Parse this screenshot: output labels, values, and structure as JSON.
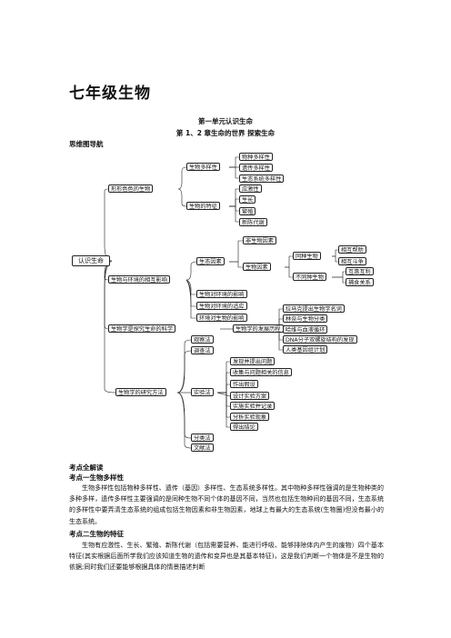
{
  "doc": {
    "title": "七年级生物",
    "unit_title": "第一单元认识生命",
    "chapter_title": "第 1、2 章生命的世界   探索生命",
    "mindmap_heading": "思维图导航"
  },
  "mindmap": {
    "root": "认识生命",
    "n1": "形形色色的生物",
    "n1a": "生物多样性",
    "n1a1": "物种多样性",
    "n1a2": "遗传多样性",
    "n1a3": "生态系统多样性",
    "n1b": "生物的特征",
    "n1b1": "应激性",
    "n1b2": "生长",
    "n1b3": "繁殖",
    "n1b4": "新陈代谢",
    "n2": "生物与环境的相互影响",
    "n2a": "生态因素",
    "n2a1": "非生物因素",
    "n2a2": "生物因素",
    "n2a2a": "同种生物",
    "n2a2a1": "相互帮助",
    "n2a2a2": "相互斗争",
    "n2a2b": "不同种生物",
    "n2a2b1": "互惠互利",
    "n2a2b2": "捕食关系",
    "n2b": "生物对环境的影响",
    "n2c": "生物对环境的适应",
    "n2d": "环境对生物的影响",
    "n3": "生物学是探究生命的科学",
    "n3a": "生物学的发展历程",
    "n3a1": "拉马克提出生物学名词",
    "n3a2": "林奈与生物分类",
    "n3a3": "哈维与血液循环",
    "n3a4": "DNA分子双螺旋结构的发现",
    "n3a5": "人类基因组计划",
    "n4": "生物学的研究方法",
    "n4a": "观察法",
    "n4b": "调查法",
    "n4c": "实验法",
    "n4c1": "发现并提出问题",
    "n4c2": "收集与问题相关的信息",
    "n4c3": "作出假设",
    "n4c4": "设计实验方案",
    "n4c5": "实施实验并记录",
    "n4c6": "分析实验现象",
    "n4c7": "得出结论",
    "n4d": "分类法",
    "n4e": "文献法"
  },
  "content": {
    "section_heading": "考点全解读",
    "point1_heading": "考点一生物多样性",
    "point1_text": "生物多样性包括物种多样性、遗传（基因）多样性、生态系统多样性。其中物种多样性强调的是生物种类的多种多样，遗传多样性主要强调的是同种生物不同个体的基因不同，当然也包括生物种间的基因不同，生态系统的多样性中要弄清生态系统的组成包括生物因素和非生物因素，地球上有最大的生态系统(生物圈)但没有最小的生态系统。",
    "point2_heading": "考点二生物的特征",
    "point2_text": "生物有应激性、生长、繁殖、新陈代谢（包括需要营养、能进行呼吸、能够排除体内产生的废物）四个基本特征(其实根据后面所学我们应该知道生物的遗传和变异也是其基本特征)，这是我们判断一个物体是不是生物的依据;同时我们还要能够根据具体的情景描述判断"
  }
}
